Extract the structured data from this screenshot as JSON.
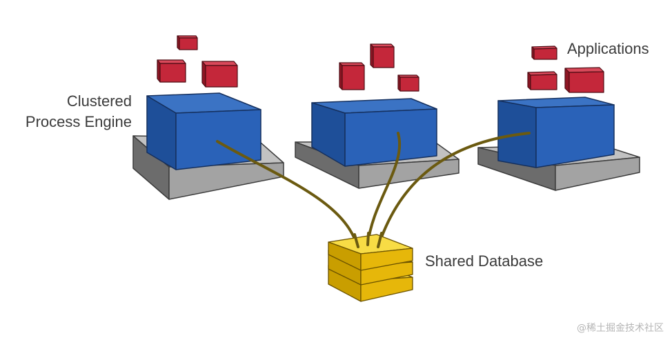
{
  "labels": {
    "engine_line1": "Clustered",
    "engine_line2": "Process Engine",
    "applications": "Applications",
    "database": "Shared Database"
  },
  "watermark": "@稀土掘金技术社区",
  "colors": {
    "engine_blue": "#2a62b8",
    "application_red": "#c4273a",
    "database_gold": "#f2c414",
    "connector": "#6b5a10",
    "platform_gray": "#a6a6a6"
  },
  "nodes": [
    {
      "name": "engine-node-left"
    },
    {
      "name": "engine-node-middle"
    },
    {
      "name": "engine-node-right"
    }
  ]
}
